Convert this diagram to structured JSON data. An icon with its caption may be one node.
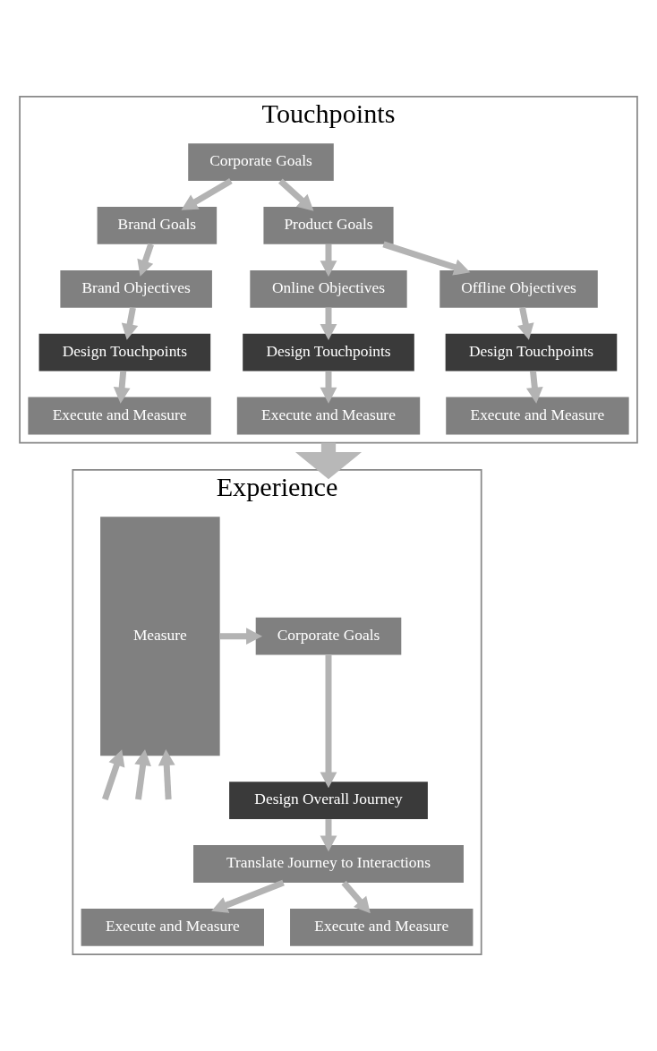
{
  "diagram": {
    "nodes": [
      {
        "text": [
          "Touchpoints"
        ]
      },
      {
        "text": [
          "Corporate Goals"
        ],
        "in": 0
      },
      {
        "text": [
          "Brand Goals"
        ],
        "in": 0
      },
      {
        "text": [
          "Product Goals"
        ],
        "in": 0
      },
      {
        "text": [
          "Brand Objectives"
        ],
        "in": 0
      },
      {
        "text": [
          "Online Objectives"
        ],
        "in": 0
      },
      {
        "text": [
          "Offline Objectives"
        ],
        "in": 0
      },
      {
        "text": [
          "Design Touchpoints"
        ],
        "in": 0
      },
      {
        "text": [
          "Design Touchpoints"
        ],
        "in": 0
      },
      {
        "text": [
          "Design Touchpoints"
        ],
        "in": 0
      },
      {
        "text": [
          "Execute and Measure"
        ],
        "in": 0
      },
      {
        "text": [
          "Execute and Measure"
        ],
        "in": 0
      },
      {
        "text": [
          "Execute and Measure"
        ],
        "in": 0
      },
      {
        "text": [
          "Experience"
        ]
      },
      {
        "text": [
          "Corporate Goals"
        ],
        "in": 13
      },
      {
        "text": [
          "Design Overall Journey"
        ],
        "in": 13
      },
      {
        "text": [
          "Translate Journey to Interactions"
        ],
        "in": 13
      },
      {
        "text": [
          "Execute and Measure"
        ],
        "in": 13
      },
      {
        "text": [
          "Execute and Measure"
        ],
        "in": 13
      },
      {
        "text": [
          "Measure"
        ],
        "in": 13
      }
    ],
    "edges": [
      {
        "from": 1,
        "to": 2,
        "arrow": "to"
      },
      {
        "from": 1,
        "to": 3,
        "arrow": "to"
      },
      {
        "from": 2,
        "to": 4,
        "arrow": "to"
      },
      {
        "from": 3,
        "to": 5,
        "arrow": "to"
      },
      {
        "from": 3,
        "to": 6,
        "arrow": "to"
      },
      {
        "from": 4,
        "to": 7,
        "arrow": "to"
      },
      {
        "from": 5,
        "to": 8,
        "arrow": "to"
      },
      {
        "from": 6,
        "to": 9,
        "arrow": "to"
      },
      {
        "from": 7,
        "to": 10,
        "arrow": "to"
      },
      {
        "from": 8,
        "to": 11,
        "arrow": "to"
      },
      {
        "from": 9,
        "to": 12,
        "arrow": "to"
      },
      {
        "from": 0,
        "to": 13,
        "arrow": "to",
        "style": "thick"
      },
      {
        "from": 19,
        "to": 14,
        "arrow": "to"
      },
      {
        "from": 14,
        "to": 15,
        "arrow": "to"
      },
      {
        "from": 15,
        "to": 16,
        "arrow": "to"
      },
      {
        "from": 16,
        "to": 17,
        "arrow": "to"
      },
      {
        "from": 16,
        "to": 18,
        "arrow": "to"
      },
      {
        "from": null,
        "to": 19,
        "arrow": "to"
      },
      {
        "from": null,
        "to": 19,
        "arrow": "to"
      },
      {
        "from": null,
        "to": 19,
        "arrow": "to"
      }
    ]
  }
}
